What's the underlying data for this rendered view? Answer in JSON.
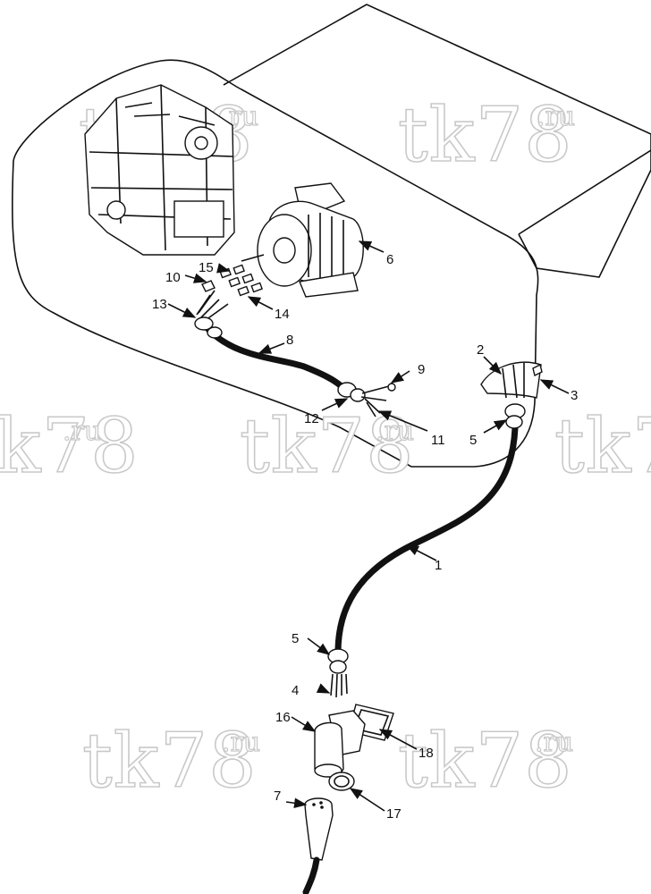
{
  "watermark": {
    "text": "tk78",
    "sup": ".ru"
  },
  "callouts": {
    "c1": "1",
    "c2": "2",
    "c3": "3",
    "c4": "4",
    "c5a": "5",
    "c5b": "5",
    "c6": "6",
    "c7": "7",
    "c8": "8",
    "c9": "9",
    "c10": "10",
    "c11": "11",
    "c12": "12",
    "c13": "13",
    "c14": "14",
    "c15": "15",
    "c16": "16",
    "c17": "17",
    "c18": "18"
  }
}
